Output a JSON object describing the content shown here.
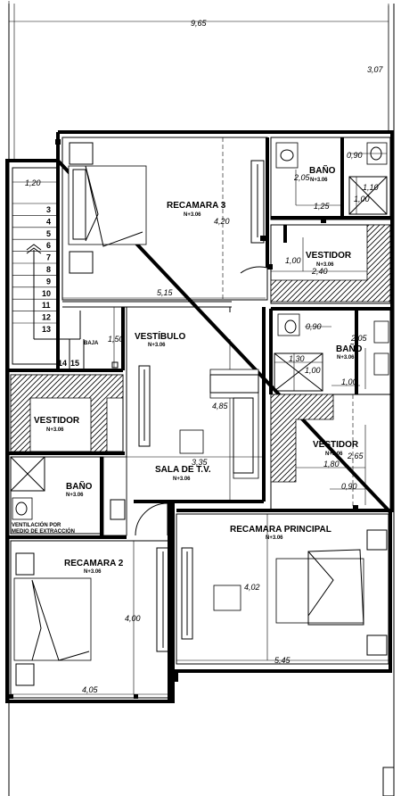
{
  "rooms": {
    "recamara3": {
      "name": "RECAMARA 3",
      "level": "N+3.06"
    },
    "bano_top": {
      "name": "BAÑO",
      "level": "N+3.06"
    },
    "vestidor_top": {
      "name": "VESTIDOR",
      "level": "N+3.06"
    },
    "vestibulo": {
      "name": "VESTÍBULO",
      "level": "N+3.06"
    },
    "bano_mid": {
      "name": "BAÑO",
      "level": "N+3.06"
    },
    "vestidor_left": {
      "name": "VESTIDOR",
      "level": "N+3.06"
    },
    "vestidor_right": {
      "name": "VESTIDOR",
      "level": "N+3.06"
    },
    "sala_tv": {
      "name": "SALA DE T.V.",
      "level": "N+3.06"
    },
    "bano_left": {
      "name": "BAÑO",
      "level": "N+3.06"
    },
    "recamara_principal": {
      "name": "RECAMARA PRINCIPAL",
      "level": "N+3.06"
    },
    "recamara2": {
      "name": "RECAMARA 2",
      "level": "N+3.06"
    }
  },
  "dimensions": {
    "overall_width": "9,65",
    "setback": "3,07",
    "rec3_width": "5,15",
    "rec3_depth": "4,20",
    "bano_top_w1": "0,90",
    "bano_top_h": "2,05",
    "bano_top_w2": "1,25",
    "shower_top_h": "1,10",
    "shower_top_w": "1,00",
    "vest_top_depth": "1,00",
    "vest_top_width": "2,40",
    "stair_width": "1,20",
    "vestibulo_w": "1,50",
    "bano_mid_w": "0,90",
    "bano_mid_h": "2,05",
    "shower_mid_w": "1,30",
    "shower_mid_h": "1,00",
    "bano_mid_door": "1,00",
    "sala_depth": "4,85",
    "sala_width": "3,35",
    "vest_right_h": "2,65",
    "vest_right_w": "1,80",
    "vest_right_door": "0,90",
    "principal_depth": "4,02",
    "principal_width": "5,45",
    "rec2_depth": "4,00",
    "rec2_width": "4,05"
  },
  "stairs": {
    "steps": [
      "3",
      "4",
      "5",
      "6",
      "7",
      "8",
      "9",
      "10",
      "11",
      "12",
      "13",
      "14",
      "15"
    ],
    "label": "BAJA"
  },
  "notes": {
    "ventilation_line1": "VENTILACIÓN POR",
    "ventilation_line2": "MEDIO DE EXTRACCIÓN"
  }
}
